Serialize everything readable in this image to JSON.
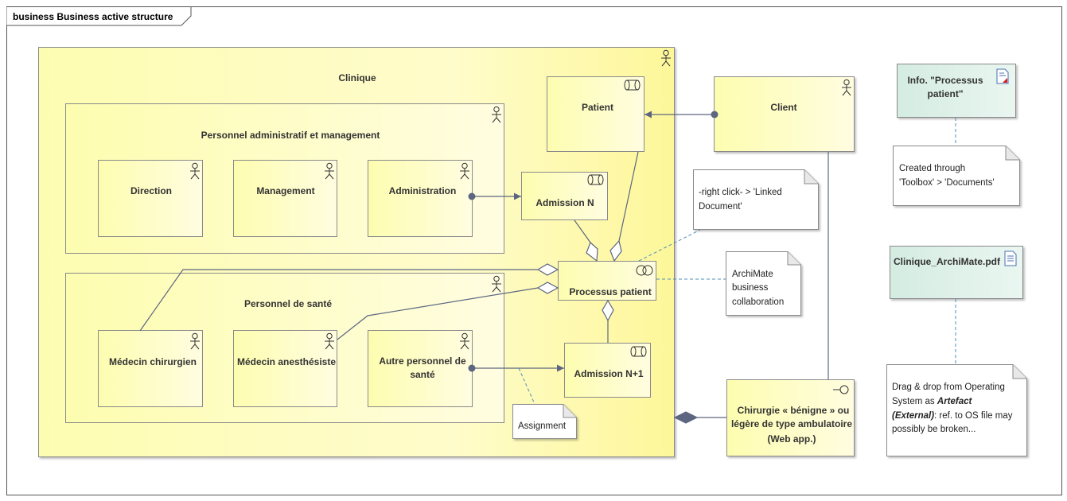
{
  "frame": {
    "title": "business Business active structure"
  },
  "colors": {
    "business_fill": "#fdfdb0",
    "business_fill_light": "#ffffe0",
    "artifact_fill": "#d9efe7",
    "note_fill": "#ffffff",
    "border": "#7a7a7a",
    "connector": "#5d6680",
    "note_dash": "#4e8fb8"
  },
  "elements": {
    "clinique": {
      "label": "Clinique",
      "icon": "actor-icon"
    },
    "personnel_admin": {
      "label": "Personnel administratif et management",
      "icon": "actor-icon"
    },
    "personnel_sante": {
      "label": "Personnel de santé",
      "icon": "actor-icon"
    },
    "direction": {
      "label": "Direction",
      "icon": "actor-icon"
    },
    "management": {
      "label": "Management",
      "icon": "actor-icon"
    },
    "administration": {
      "label": "Administration",
      "icon": "actor-icon"
    },
    "medecin_chirurgien": {
      "label": "Médecin chirurgien",
      "icon": "actor-icon"
    },
    "medecin_anesthesiste": {
      "label": "Médecin anesthésiste",
      "icon": "actor-icon"
    },
    "autre_personnel": {
      "line1": "Autre personnel de",
      "line2": "santé",
      "icon": "actor-icon"
    },
    "patient": {
      "label": "Patient",
      "icon": "role-icon"
    },
    "admission_n": {
      "label": "Admission N",
      "icon": "role-icon"
    },
    "admission_n1": {
      "label": "Admission N+1",
      "icon": "role-icon"
    },
    "processus_patient": {
      "label": "Processus patient",
      "icon": "collaboration-icon"
    },
    "client": {
      "label": "Client",
      "icon": "actor-icon"
    },
    "chirurgie": {
      "line1": "Chirurgie « bénigne » ou",
      "line2": "légère de type ambulatoire",
      "line3": "(Web app.)",
      "icon": "interface-icon"
    },
    "info_processus": {
      "line1": "Info. \"Processus",
      "line2": "patient\"",
      "icon": "linked-document-icon"
    },
    "clinique_pdf": {
      "label": "Clinique_ArchiMate.pdf",
      "icon": "document-icon"
    }
  },
  "notes": {
    "linked_document": {
      "line1": "-right click- > 'Linked",
      "line2": "Document'"
    },
    "collaboration": {
      "line1": "ArchiMate",
      "line2": "business",
      "line3": "collaboration"
    },
    "assignment": {
      "label": "Assignment"
    },
    "toolbox": {
      "line1": "Created through",
      "line2": "'Toolbox' > 'Documents'"
    },
    "drag_drop": {
      "line1": "Drag & drop from Operating",
      "line2_a": "System as ",
      "line2_b": "Artefact",
      "line3_a": "(External)",
      "line3_b": ": ref. to OS file may",
      "line4": "possibly be broken..."
    }
  }
}
